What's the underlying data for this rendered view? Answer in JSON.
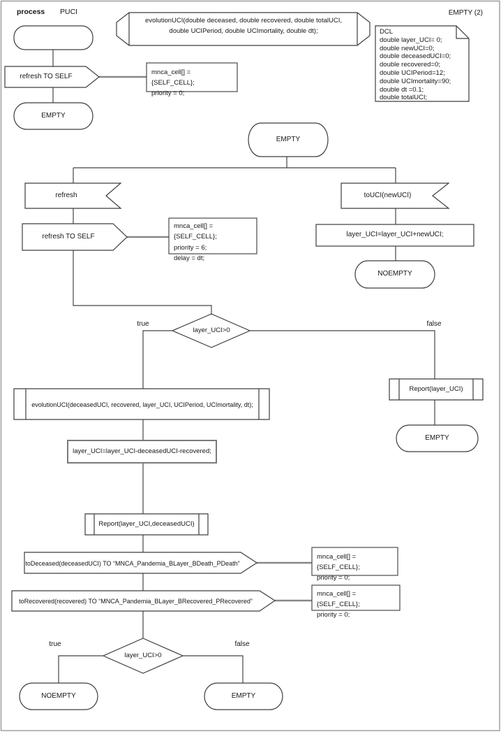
{
  "header": {
    "kind": "process",
    "name": "PUCI",
    "page_ref": "EMPTY (2)"
  },
  "declarations": {
    "procedure_signature": "evolutionUCI(double deceased, double recovered, double totalUCI,\ndouble UCIPeriod, double UCImortality, double dt);",
    "dcl_lines": [
      "DCL",
      "double layer_UCI= 0;",
      "double newUCI=0;",
      "double deceasedUCI=0;",
      "double recovered=0;",
      "double UCIPeriod=12;",
      "double UCImortality=90;",
      "double dt =0.1;",
      "double totalUCI;"
    ]
  },
  "start": {
    "output": "refresh TO SELF",
    "comment": "mnca_cell[] = {SELF_CELL};\npriority = 0;",
    "next_state": "EMPTY"
  },
  "empty_state": {
    "label": "EMPTY",
    "refresh_branch": {
      "input": "refresh",
      "output": "refresh TO SELF",
      "comment": "mnca_cell[] = {SELF_CELL};\npriority = 6;\ndelay = dt;"
    },
    "touci_branch": {
      "input": "toUCI(newUCI)",
      "task": "layer_UCI=layer_UCI+newUCI;",
      "next_state": "NOEMPTY"
    },
    "decision": {
      "condition": "layer_UCI>0",
      "true_label": "true",
      "false_label": "false"
    },
    "false_branch": {
      "report_call": "Report(layer_UCI)",
      "next_state": "EMPTY"
    },
    "true_branch": {
      "evolution_call": "evolutionUCI(deceasedUCI, recovered, layer_UCI, UCIPeriod, UCImortality, dt);",
      "task": "layer_UCI=layer_UCI-deceasedUCI-recovered;",
      "report_call": "Report(layer_UCI,deceasedUCI)",
      "to_deceased_output": "toDeceased(deceasedUCI) TO “MNCA_Pandemia_BLayer_BDeath_PDeath”",
      "to_deceased_comment": "mnca_cell[] = {SELF_CELL};\npriority = 0;",
      "to_recovered_output": "toRecovered(recovered) TO “MNCA_Pandemia_BLayer_BRecovered_PRecovered”",
      "to_recovered_comment": "mnca_cell[] = {SELF_CELL};\npriority = 0;",
      "decision": {
        "condition": "layer_UCI>0",
        "true_label": "true",
        "false_label": "false"
      },
      "true_state": "NOEMPTY",
      "false_state": "EMPTY"
    }
  }
}
